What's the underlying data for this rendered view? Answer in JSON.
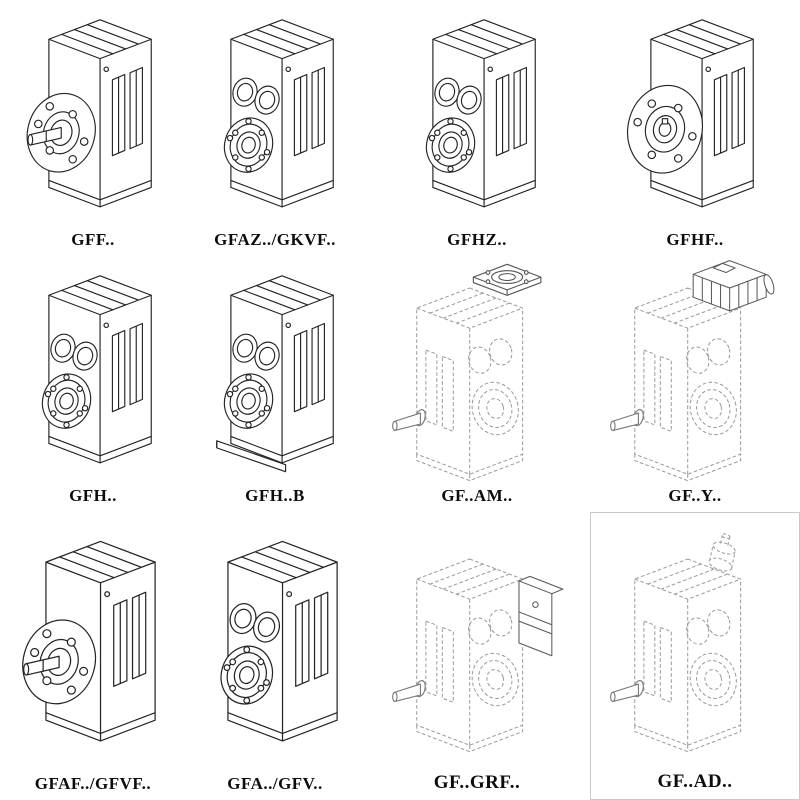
{
  "page": {
    "background_color": "#ffffff",
    "line_color_solid": "#242424",
    "line_color_dashed": "#9a9a9a"
  },
  "catalog": {
    "items": [
      {
        "label": "GFF..",
        "drawing": "gearbox-flange-shaft",
        "line_style": "solid"
      },
      {
        "label": "GFAZ../GKVF..",
        "drawing": "gearbox-hollow-shaft-bearing",
        "line_style": "solid"
      },
      {
        "label": "GFHZ..",
        "drawing": "gearbox-hollow-shaft-bearing",
        "line_style": "solid"
      },
      {
        "label": "GFHF..",
        "drawing": "gearbox-flange-front",
        "line_style": "solid"
      },
      {
        "label": "GFH..",
        "drawing": "gearbox-hollow-shaft-bearing",
        "line_style": "solid"
      },
      {
        "label": "GFH..B",
        "drawing": "gearbox-hollow-shaft-foot",
        "line_style": "solid"
      },
      {
        "label": "GF..AM..",
        "drawing": "gearbox-phantom-motor-flange",
        "line_style": "dashed"
      },
      {
        "label": "GF..Y..",
        "drawing": "gearbox-phantom-with-motor",
        "line_style": "dashed"
      },
      {
        "label": "GFAF../GFVF..",
        "drawing": "gearbox-flange-shaft",
        "line_style": "solid"
      },
      {
        "label": "GFA../GFV..",
        "drawing": "gearbox-hollow-shaft-bearing",
        "line_style": "solid"
      },
      {
        "label": "GF..GRF..",
        "drawing": "gearbox-phantom-adapter",
        "line_style": "dashed"
      },
      {
        "label": "GF..AD..",
        "drawing": "gearbox-phantom-input-adapter",
        "line_style": "dashed"
      }
    ]
  }
}
